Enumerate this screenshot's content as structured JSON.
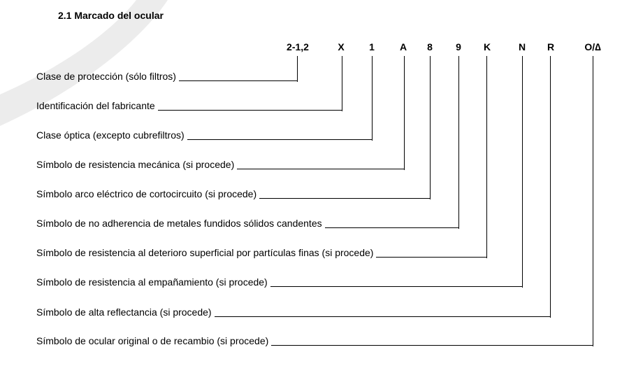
{
  "title": "2.1 Marcado del ocular",
  "codes": [
    "2-1,2",
    "X",
    "1",
    "A",
    "8",
    "9",
    "K",
    "N",
    "R",
    "O/∆"
  ],
  "rows": [
    "Clase de protección (sólo filtros)",
    "Identificación del fabricante",
    "Clase óptica (excepto cubrefiltros)",
    "Símbolo de resistencia mecánica (si procede)",
    "Símbolo arco eléctrico de cortocircuito (si procede)",
    "Símbolo de no adherencia de metales fundidos sólidos candentes",
    "Símbolo de resistencia al deterioro superficial por partículas finas (si procede)",
    "Símbolo de resistencia al empañamiento (si procede)",
    "Símbolo de alta reflectancia (si procede)",
    "Símbolo de ocular original o de recambio (si procede)"
  ]
}
